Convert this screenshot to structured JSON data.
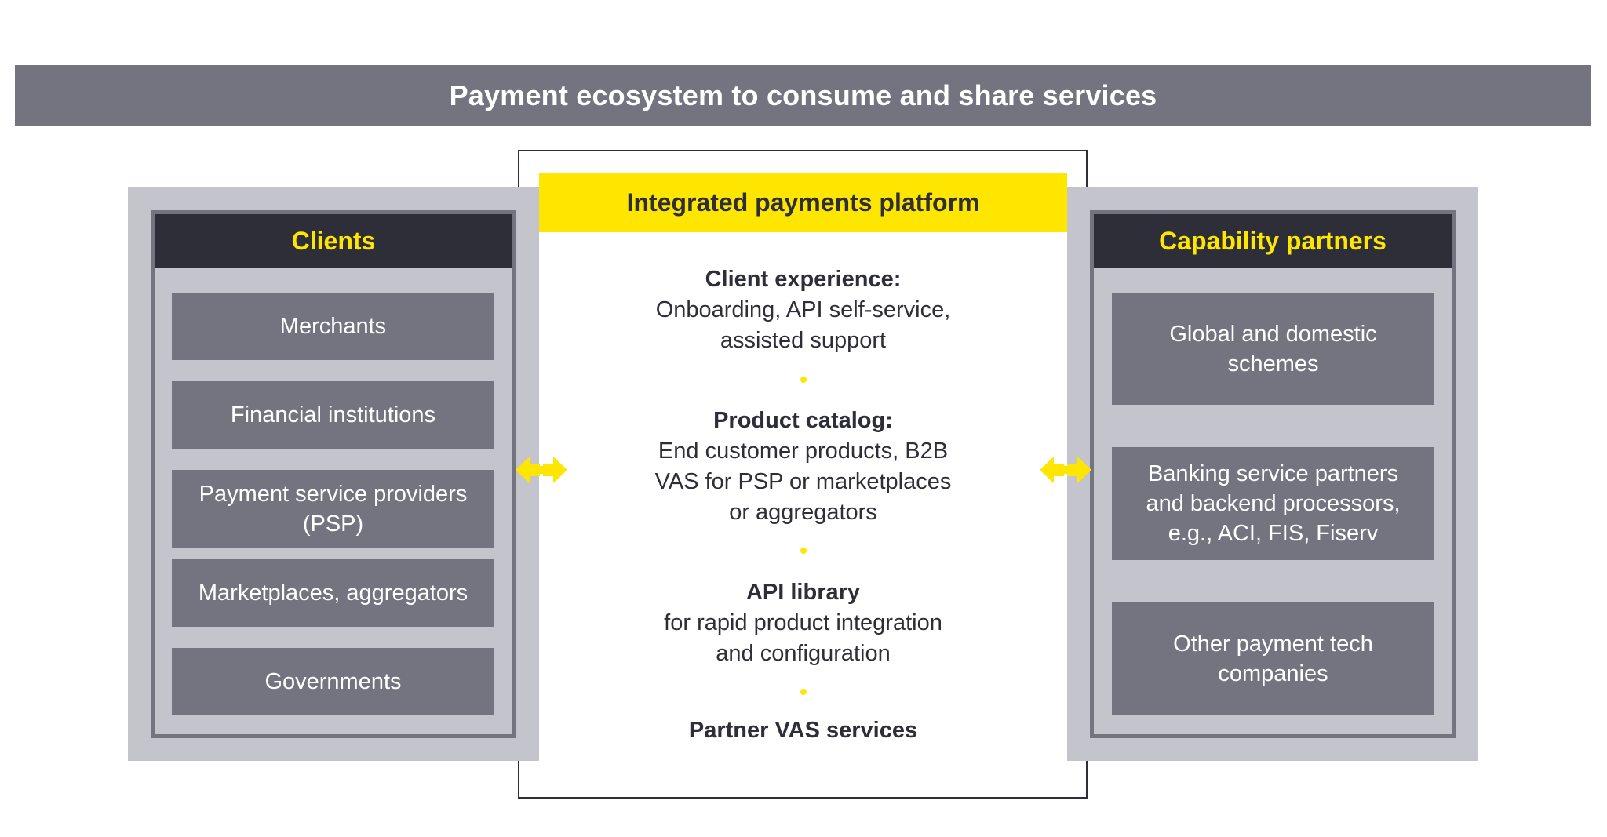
{
  "banner": {
    "title": "Payment ecosystem to consume and share services"
  },
  "colors": {
    "banner_bg": "#747480",
    "accent_yellow": "#ffe600",
    "dark": "#2e2e38",
    "panel_light_gray": "#c4c4cd",
    "item_gray": "#747480"
  },
  "clients": {
    "title": "Clients",
    "items": [
      {
        "label": "Merchants"
      },
      {
        "label": "Financial institutions"
      },
      {
        "label": "Payment service providers\n(PSP)"
      },
      {
        "label": "Marketplaces, aggregators"
      },
      {
        "label": "Governments"
      }
    ]
  },
  "platform": {
    "title": "Integrated payments platform",
    "sections": [
      {
        "heading": "Client experience:",
        "body": "Onboarding, API self-service,\nassisted support"
      },
      {
        "heading": "Product catalog:",
        "body": "End customer products, B2B\nVAS for PSP or marketplaces\nor aggregators"
      },
      {
        "heading": "API library",
        "body": "for rapid product integration\nand configuration"
      },
      {
        "heading": "Partner VAS services",
        "body": ""
      }
    ]
  },
  "capability_partners": {
    "title": "Capability partners",
    "items": [
      {
        "label": "Global and domestic\nschemes"
      },
      {
        "label": "Banking service partners\nand backend processors,\ne.g., ACI, FIS, Fiserv"
      },
      {
        "label": "Other payment tech\ncompanies"
      }
    ]
  },
  "connectors": [
    {
      "icon": "double-arrow-icon",
      "between": [
        "Clients",
        "Integrated payments platform"
      ]
    },
    {
      "icon": "double-arrow-icon",
      "between": [
        "Integrated payments platform",
        "Capability partners"
      ]
    }
  ]
}
